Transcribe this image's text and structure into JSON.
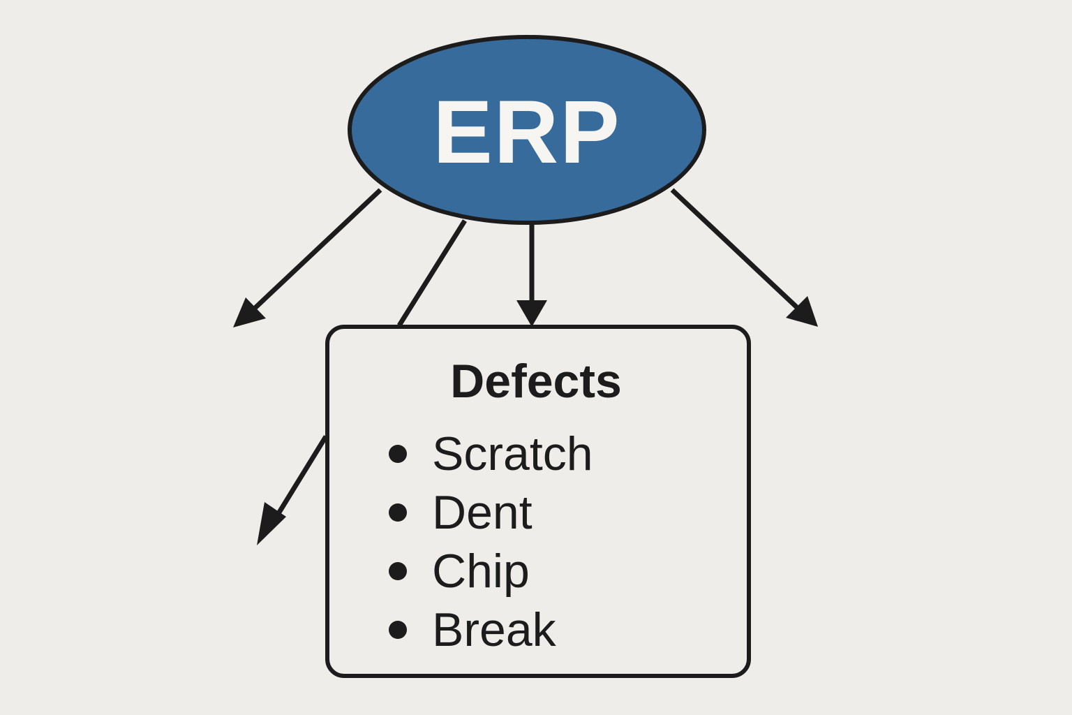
{
  "diagram": {
    "root": {
      "label": "ERP",
      "fill_color": "#376b9c",
      "text_color": "#f7f5f1"
    },
    "child": {
      "title": "Defects",
      "items": [
        "Scratch",
        "Dent",
        "Chip",
        "Break"
      ]
    },
    "edges": [
      {
        "from": "ERP",
        "to": "unlabeled-left",
        "type": "arrow"
      },
      {
        "from": "ERP",
        "to": "unlabeled-lower-left",
        "type": "arrow"
      },
      {
        "from": "ERP",
        "to": "Defects",
        "type": "arrow"
      },
      {
        "from": "ERP",
        "to": "unlabeled-right",
        "type": "arrow"
      }
    ],
    "line_color": "#1c1c1c",
    "background_color": "#eeede9"
  }
}
